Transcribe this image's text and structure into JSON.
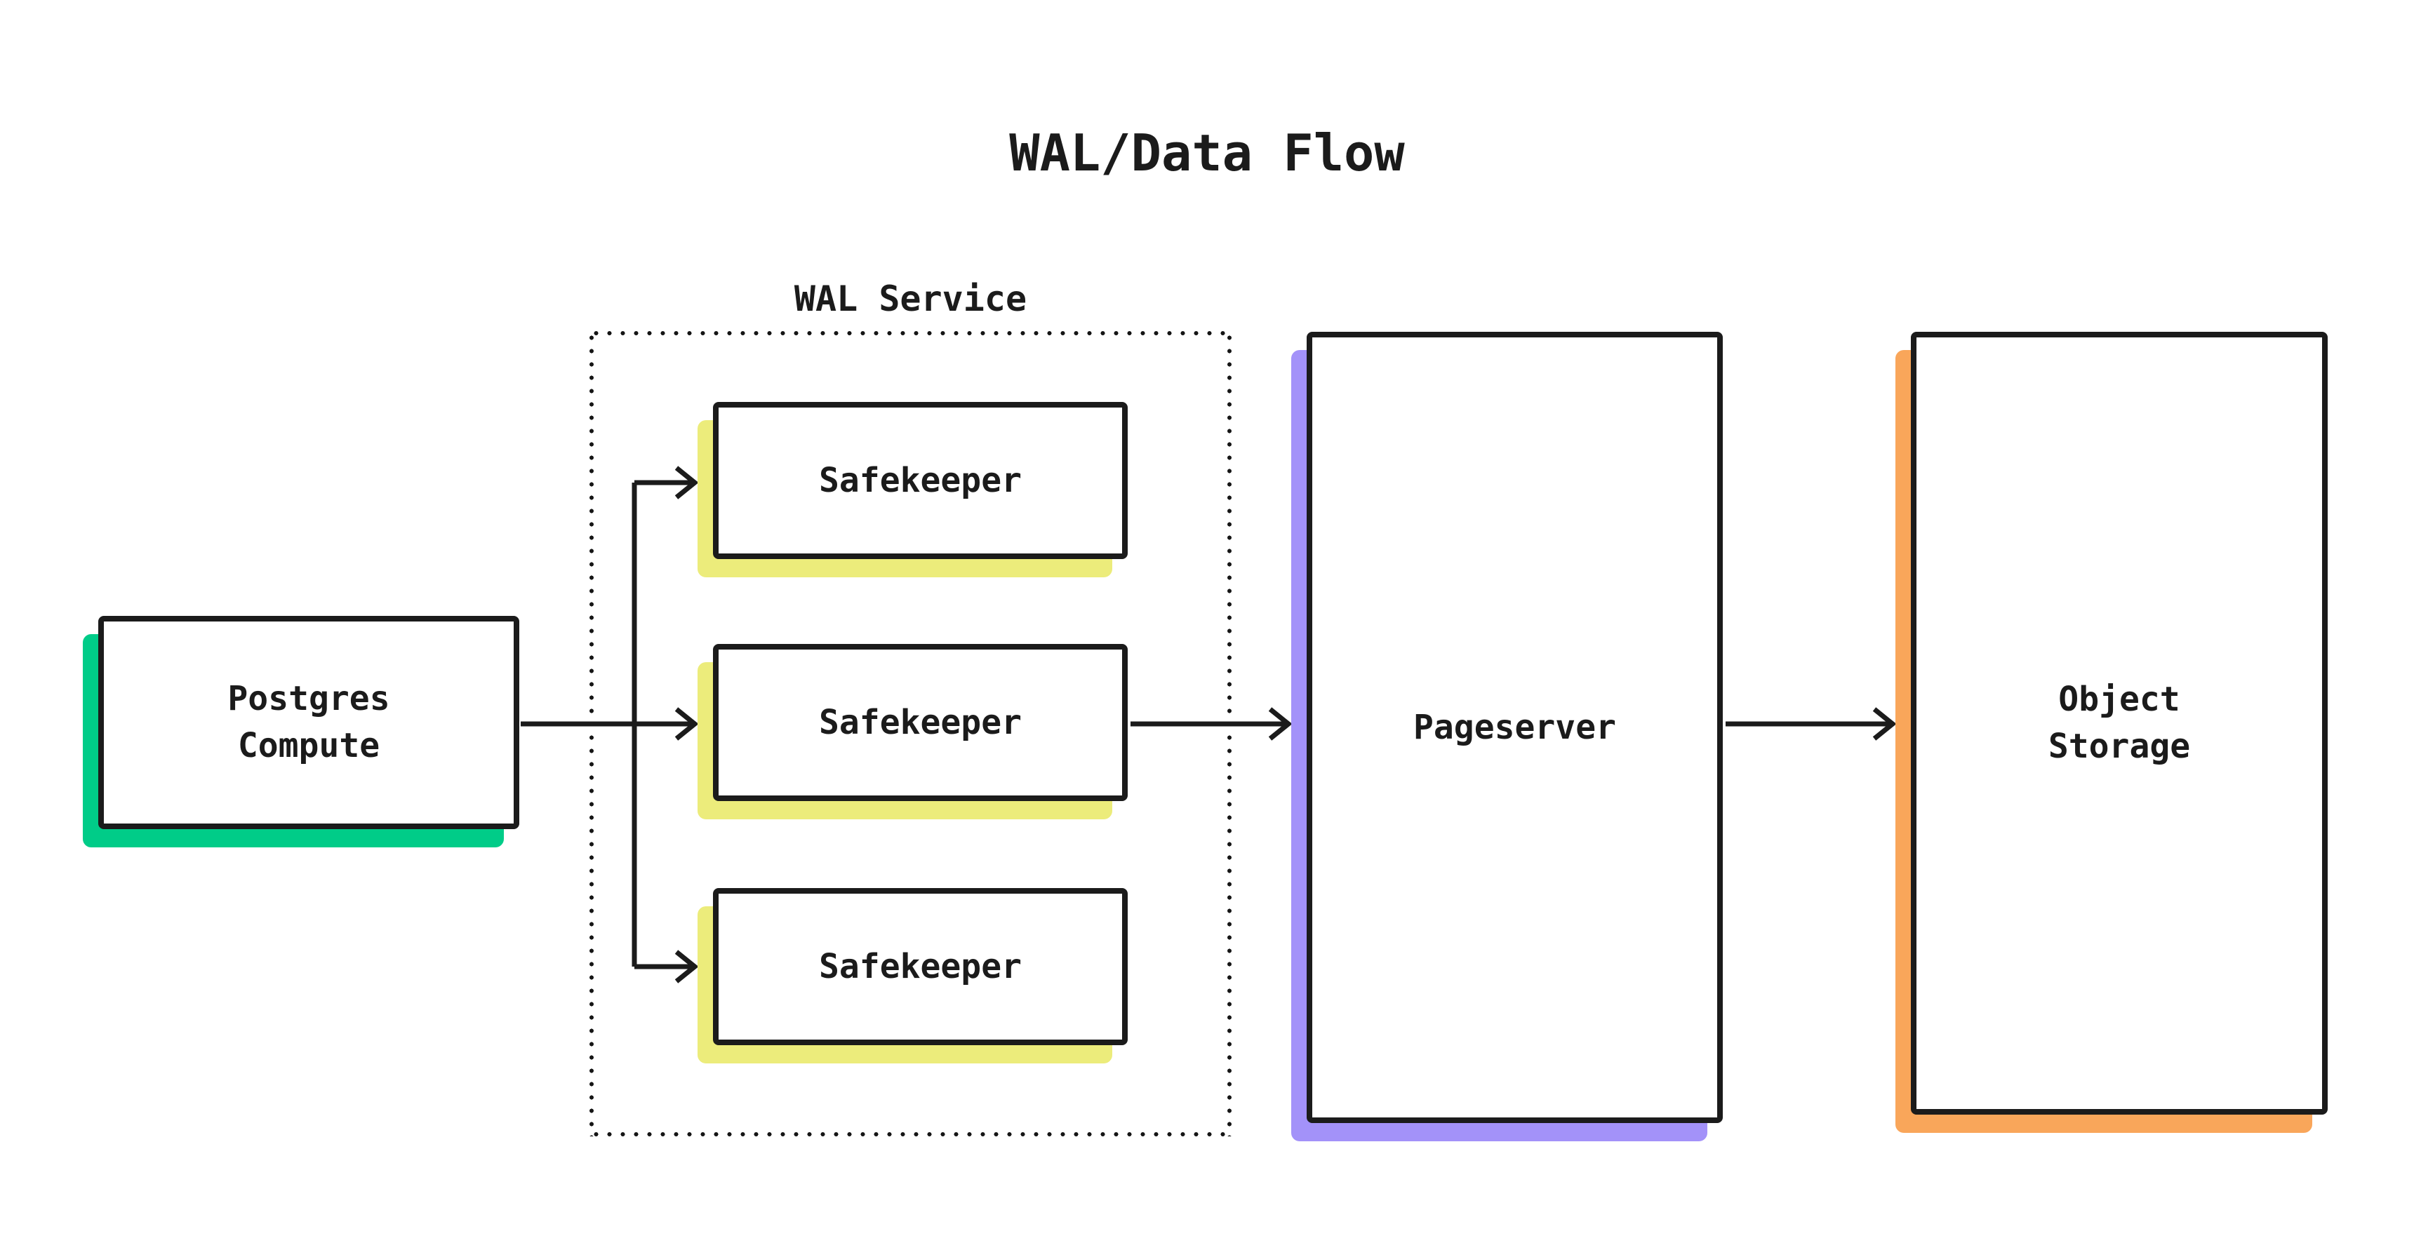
{
  "diagram": {
    "title": "WAL/Data Flow",
    "group": {
      "id": "wal-service",
      "label": "WAL Service",
      "border_style": "dotted"
    },
    "nodes": [
      {
        "id": "postgres-compute",
        "lines": [
          "Postgres",
          "Compute"
        ],
        "accent": "#00cc88"
      },
      {
        "id": "safekeeper-1",
        "lines": [
          "Safekeeper"
        ],
        "accent": "#ecec7b",
        "group": "wal-service"
      },
      {
        "id": "safekeeper-2",
        "lines": [
          "Safekeeper"
        ],
        "accent": "#ecec7b",
        "group": "wal-service"
      },
      {
        "id": "safekeeper-3",
        "lines": [
          "Safekeeper"
        ],
        "accent": "#ecec7b",
        "group": "wal-service"
      },
      {
        "id": "pageserver",
        "lines": [
          "Pageserver"
        ],
        "accent": "#a392f9"
      },
      {
        "id": "object-storage",
        "lines": [
          "Object",
          "Storage"
        ],
        "accent": "#f9a65a"
      }
    ],
    "edges": [
      {
        "from": "postgres-compute",
        "to": "safekeeper-1"
      },
      {
        "from": "postgres-compute",
        "to": "safekeeper-2"
      },
      {
        "from": "postgres-compute",
        "to": "safekeeper-3"
      },
      {
        "from": "safekeeper-2",
        "to": "pageserver"
      },
      {
        "from": "pageserver",
        "to": "object-storage"
      }
    ],
    "colors": {
      "ink": "#1b1b1b",
      "background": "#ffffff",
      "green": "#00cc88",
      "yellow": "#ecec7b",
      "purple": "#a392f9",
      "orange": "#f9a65a"
    }
  }
}
